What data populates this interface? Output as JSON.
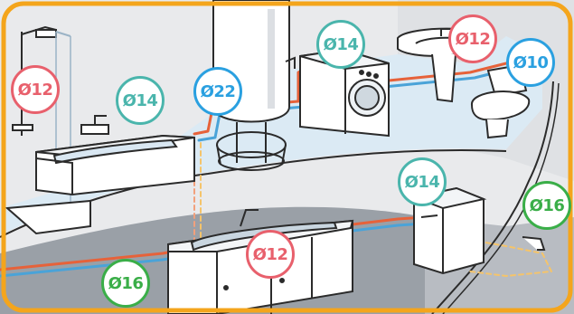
{
  "colors": {
    "frame": "#f4a51c",
    "pipe_hot": "#e6623a",
    "pipe_cold": "#4aa3d8",
    "wall_left": "#e9eaec",
    "wall_right": "#d6d8dc",
    "floor_upper": "#dbeaf4",
    "floor_lower": "#8f949b",
    "d12": "#e8606c",
    "d14": "#4ab5ac",
    "d22": "#2aa0e0",
    "d10": "#2aa0e0",
    "d16": "#3aae48"
  },
  "labels": {
    "bath": "Ø12",
    "bath_cold": "Ø14",
    "water_heater": "Ø22",
    "washing_machine": "Ø14",
    "sink": "Ø12",
    "toilet": "Ø10",
    "dishwasher": "Ø14",
    "outdoor_tap": "Ø16",
    "kitchen_sink": "Ø12",
    "main_supply": "Ø16"
  }
}
